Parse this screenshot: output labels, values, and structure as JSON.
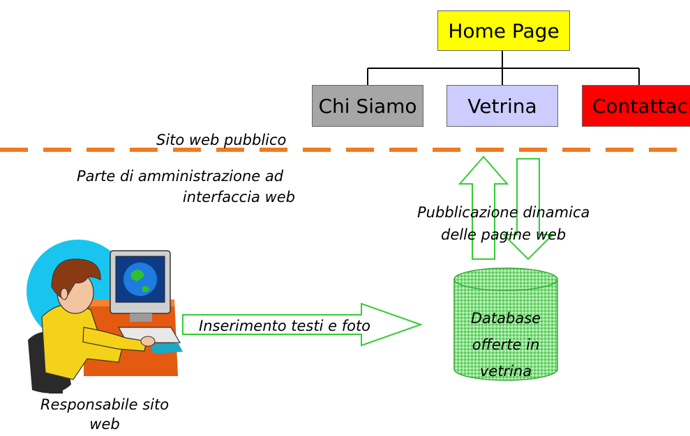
{
  "boxes": {
    "home": {
      "label": "Home Page",
      "color": "#ffff00"
    },
    "chi_siamo": {
      "label": "Chi Siamo",
      "color": "#a6a6a6"
    },
    "vetrina": {
      "label": "Vetrina",
      "color": "#ccccff"
    },
    "contattaci": {
      "label": "Contattaci",
      "color": "#ff0000"
    }
  },
  "labels": {
    "public_site": "Sito web pubblico",
    "admin_line1": "Parte di amministrazione ad",
    "admin_line2": "interfaccia web",
    "publish_line1": "Pubblicazione dinamica",
    "publish_line2": "delle pagine web",
    "insert": "Inserimento testi e foto",
    "db_line1": "Database",
    "db_line2": "offerte in",
    "db_line3": "vetrina",
    "user_line1": "Responsabile sito",
    "user_line2": "web"
  },
  "colors": {
    "divider": "#f07a20",
    "arrow_outline": "#33cc33",
    "database": "#66dd66"
  },
  "icons": {
    "person": "person-at-computer-icon"
  }
}
